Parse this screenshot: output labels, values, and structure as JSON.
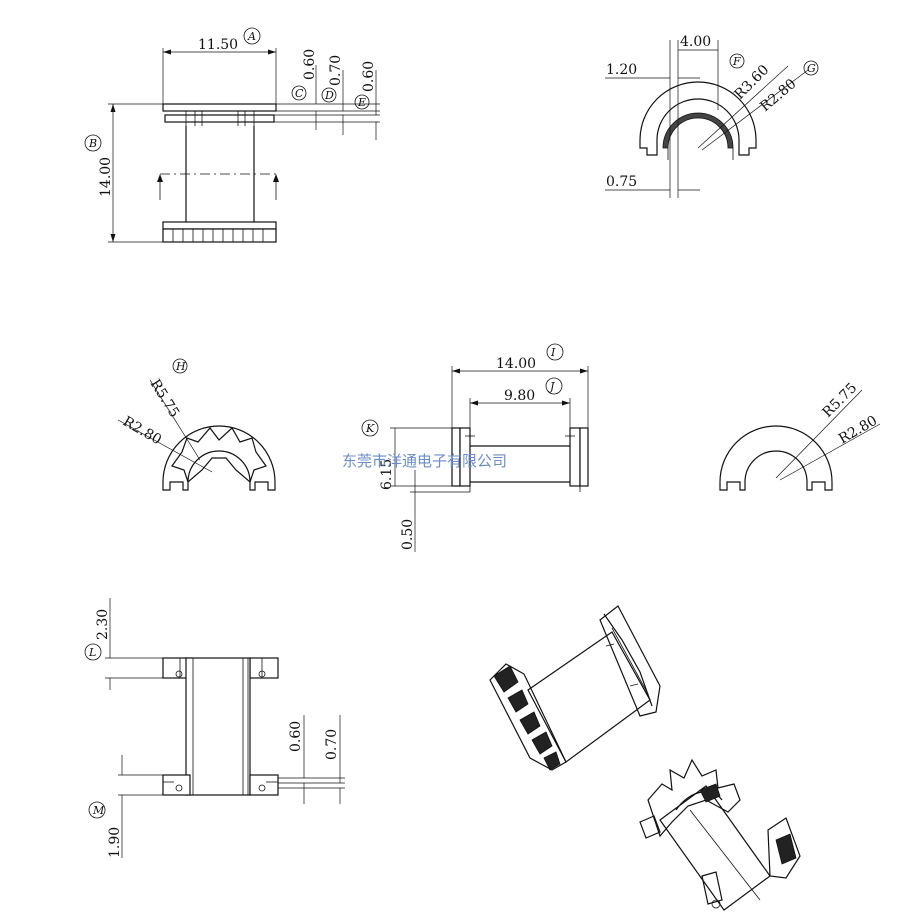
{
  "watermark": "东莞市洋通电子有限公司",
  "view_top_left": {
    "dims": {
      "width": "11.50",
      "height": "14.00",
      "c": "0.60",
      "d": "0.70",
      "e": "0.60"
    },
    "markers": {
      "a": "A",
      "b": "B",
      "c": "C",
      "d": "D",
      "e": "E"
    }
  },
  "view_top_right": {
    "dims": {
      "w": "4.00",
      "left": "1.20",
      "bottom": "0.75",
      "r_outer": "R3.60",
      "r_inner": "R2.80"
    },
    "markers": {
      "f": "F",
      "g": "G"
    }
  },
  "view_mid_left": {
    "dims": {
      "r_outer": "R5.75",
      "r_inner": "R2.80"
    },
    "markers": {
      "h": "H"
    }
  },
  "view_mid_center": {
    "dims": {
      "total": "14.00",
      "inner": "9.80",
      "height": "6.15",
      "bottom": "0.50"
    },
    "markers": {
      "i": "I",
      "j": "J",
      "k": "K"
    }
  },
  "view_mid_right": {
    "dims": {
      "r_outer": "R5.75",
      "r_inner": "R2.80"
    }
  },
  "view_bottom_left": {
    "dims": {
      "top": "2.30",
      "mid_a": "0.60",
      "mid_b": "0.70",
      "bottom": "1.90"
    },
    "markers": {
      "l": "L",
      "m": "M"
    }
  },
  "iso_views": {
    "count": 2
  }
}
